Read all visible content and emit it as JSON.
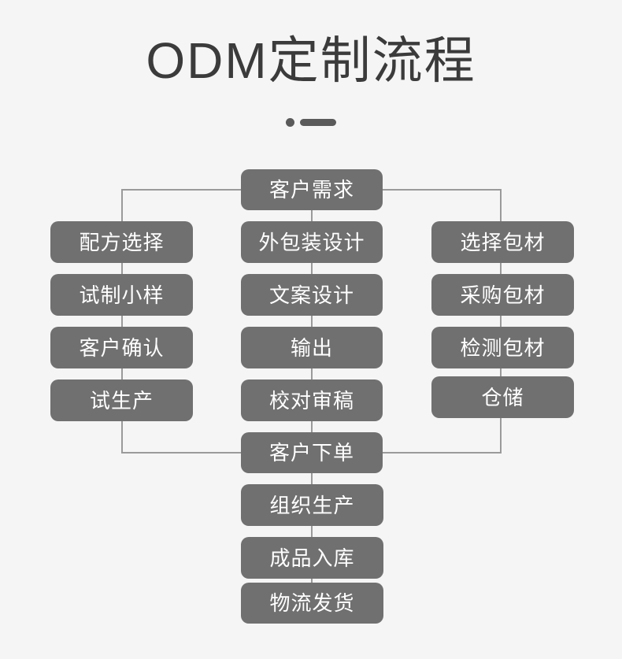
{
  "page": {
    "background_color": "#f5f5f5",
    "box_color": "#707070",
    "box_text_color": "#ffffff",
    "line_color": "#9a9a9a",
    "title_color": "#3b3b3b"
  },
  "header": {
    "title": "ODM定制流程",
    "ornament": [
      "dot",
      "dash"
    ]
  },
  "flowchart": {
    "type": "process-flow",
    "start_node": "客户需求",
    "join_node": "客户下单",
    "columns": [
      {
        "name": "formula-branch",
        "position": "left",
        "steps": [
          "配方选择",
          "试制小样",
          "客户确认",
          "试生产"
        ]
      },
      {
        "name": "packaging-design-branch",
        "position": "center",
        "steps": [
          "外包装设计",
          "文案设计",
          "输出",
          "校对审稿"
        ]
      },
      {
        "name": "material-branch",
        "position": "right",
        "steps": [
          "选择包材",
          "采购包材",
          "检测包材",
          "仓储"
        ]
      }
    ],
    "tail_steps": [
      "组织生产",
      "成品入库",
      "物流发货"
    ]
  }
}
